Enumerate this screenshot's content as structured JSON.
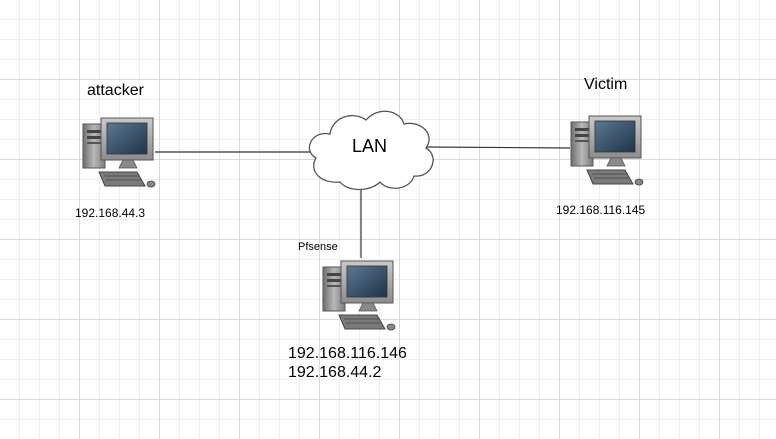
{
  "network": {
    "cloud_label": "LAN",
    "hosts": [
      {
        "id": "attacker",
        "name": "attacker",
        "ips": [
          "192.168.44.3"
        ]
      },
      {
        "id": "victim",
        "name": "Victim",
        "ips": [
          "192.168.116.145"
        ]
      },
      {
        "id": "pfsense",
        "name": "Pfsense",
        "ips": [
          "192.168.116.146",
          "192.168.44.2"
        ]
      }
    ],
    "links": [
      {
        "from": "attacker",
        "to": "LAN"
      },
      {
        "from": "LAN",
        "to": "victim"
      },
      {
        "from": "LAN",
        "to": "pfsense"
      }
    ]
  },
  "colors": {
    "grid": "#d9d9d9",
    "link": "#333333",
    "cloud_stroke": "#555555",
    "computer_body": "#8a8a8a",
    "computer_screen": "#2d4a63"
  }
}
